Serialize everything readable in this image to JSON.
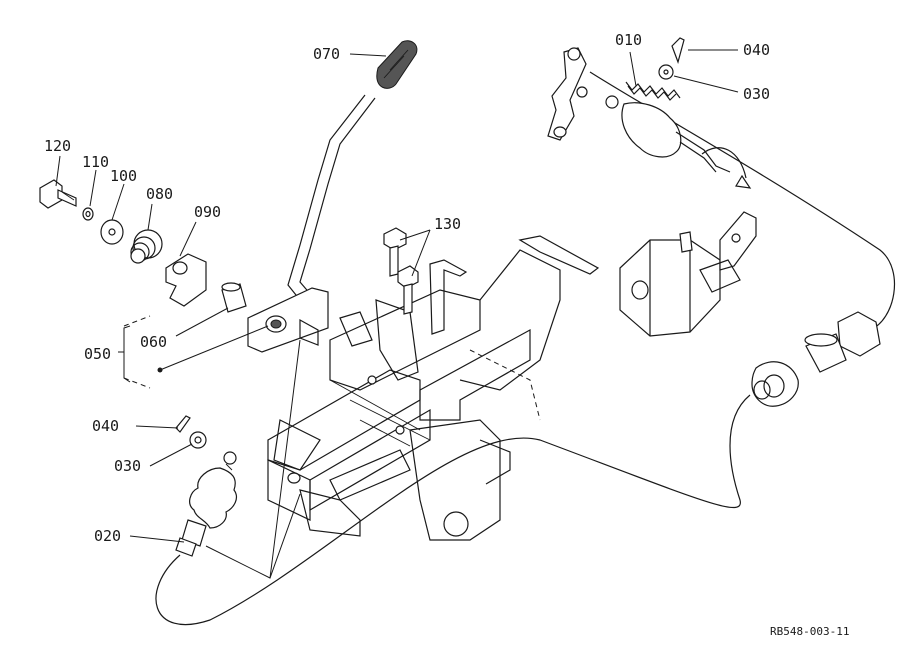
{
  "parts": {
    "p010": "010",
    "p020": "020",
    "p030_top": "030",
    "p030_left": "030",
    "p040_top": "040",
    "p040_left": "040",
    "p050": "050",
    "p060": "060",
    "p070": "070",
    "p080": "080",
    "p090": "090",
    "p100": "100",
    "p110": "110",
    "p120": "120",
    "p130": "130"
  },
  "reference_code": "RB548-003-11"
}
